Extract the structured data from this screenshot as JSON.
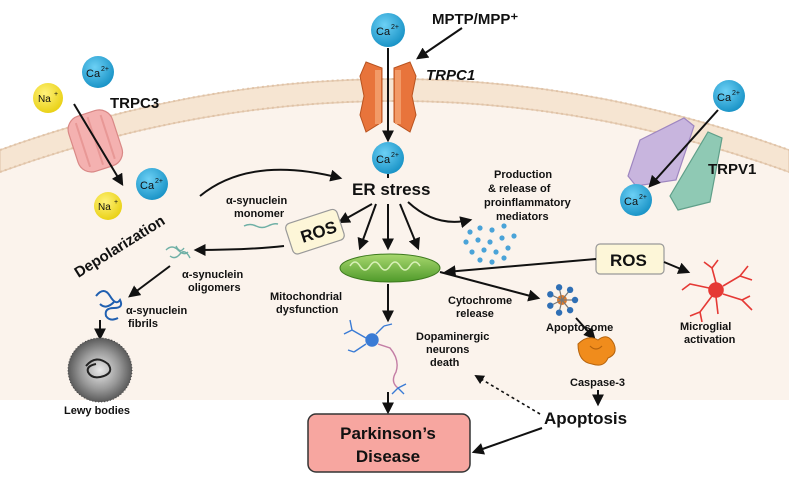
{
  "ions": {
    "ca_label": "Ca",
    "ca_charge": "2+",
    "na_label": "Na",
    "na_charge": "+"
  },
  "labels": {
    "mptp": "MPTP/MPP⁺",
    "trpc1": "TRPC1",
    "trpc3": "TRPC3",
    "trpv1": "TRPV1",
    "depolarization": "Depolarization",
    "er_stress": "ER stress",
    "ros": "ROS",
    "syn_monomer_1": "α-synuclein",
    "syn_monomer_2": "monomer",
    "syn_oligomers_1": "α-synuclein",
    "syn_oligomers_2": "oligomers",
    "syn_fibrils_1": "α-synuclein",
    "syn_fibrils_2": "fibrils",
    "lewy_bodies": "Lewy bodies",
    "production_1": "Production",
    "production_2": "& release of",
    "production_3": "proinflammatory",
    "production_4": "mediators",
    "mito_1": "Mitochondrial",
    "mito_2": "dysfunction",
    "cyto_1": "Cytochrome",
    "cyto_2": "release",
    "apoptosome": "Apoptosome",
    "microglial_1": "Microglial",
    "microglial_2": "activation",
    "dopa_1": "Dopaminergic",
    "dopa_2": "neurons",
    "dopa_3": "death",
    "caspase": "Caspase-3",
    "apoptosis": "Apoptosis",
    "pd_1": "Parkinson’s",
    "pd_2": "Disease"
  },
  "colors": {
    "calcium": "#1ea3d6",
    "sodium": "#f4df1c",
    "trpc1": "#e8743b",
    "trpc3": "#f4b1b0",
    "trpv1_a": "#c8b5de",
    "trpv1_b": "#8fc9b4",
    "membrane": "#f6e5d2",
    "cytoplasm": "#fbf3ec",
    "ros_box": "#fdf6d8",
    "pd_box": "#f7a6a0",
    "mito": "#7cc04a",
    "caspase": "#f08c1c",
    "microglia": "#e53935",
    "neuron": "#3a7bd5"
  }
}
